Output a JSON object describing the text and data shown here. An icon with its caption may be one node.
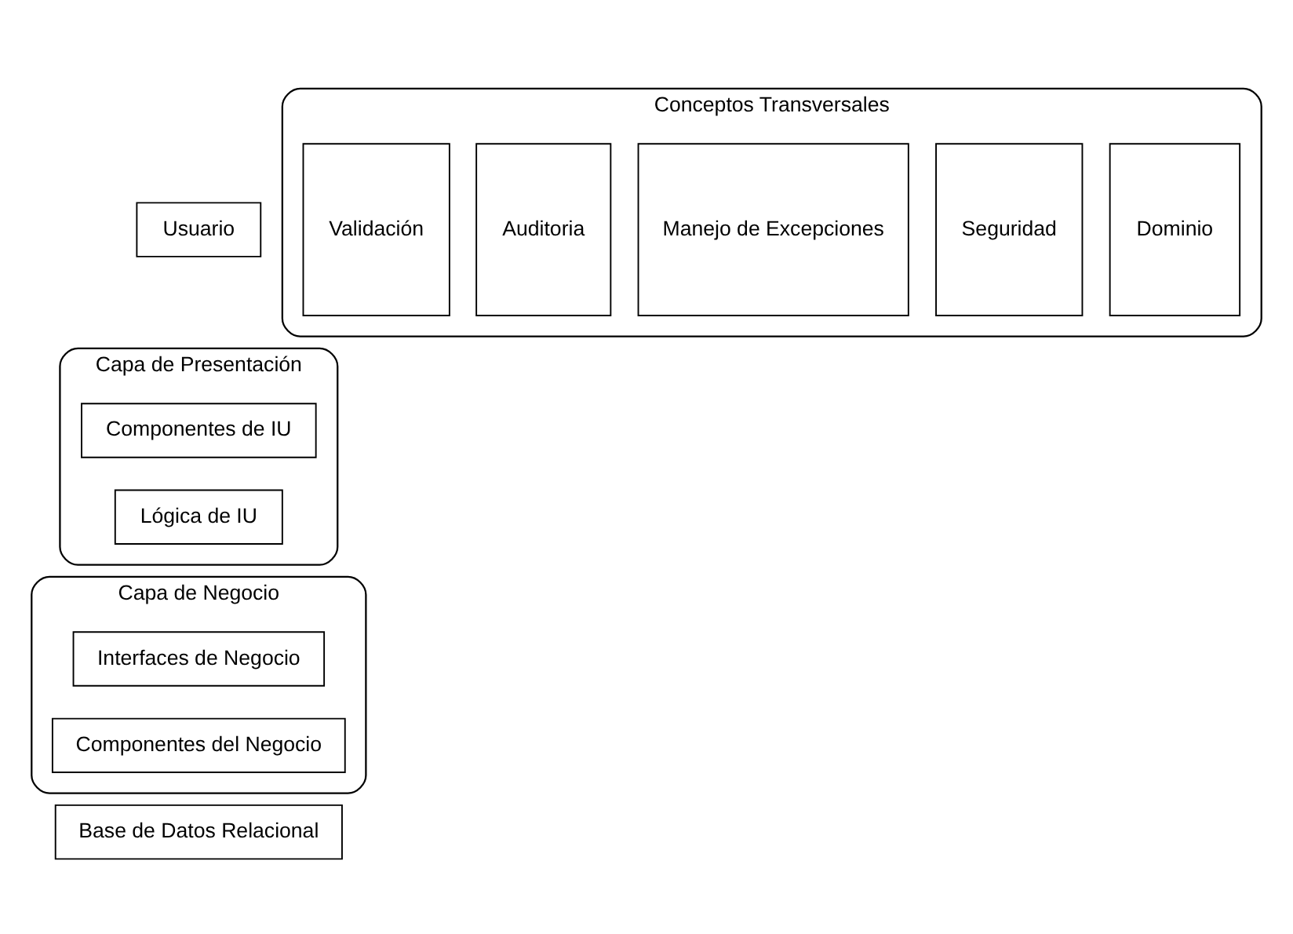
{
  "diagram": {
    "nodes": [
      {
        "text": [
          "Usuario"
        ]
      },
      {
        "text": [
          "Capa de Presentación"
        ]
      },
      {
        "text": [
          "Componentes de IU"
        ],
        "in": 1
      },
      {
        "text": [
          "Lógica de IU"
        ],
        "in": 1
      },
      {
        "text": [
          "Capa de Negocio"
        ]
      },
      {
        "text": [
          "Interfaces de Negocio"
        ],
        "in": 4
      },
      {
        "text": [
          "Componentes del Negocio"
        ],
        "in": 4
      },
      {
        "text": [
          "Base de Datos Relacional"
        ]
      },
      {
        "text": [
          "Conceptos Transversales"
        ]
      },
      {
        "text": [
          "Dominio"
        ],
        "in": 8
      },
      {
        "text": [
          "Seguridad"
        ],
        "in": 8
      },
      {
        "text": [
          "Manejo de Excepciones"
        ],
        "in": 8
      },
      {
        "text": [
          "Auditoria"
        ],
        "in": 8
      },
      {
        "text": [
          "Validación"
        ],
        "in": 8
      }
    ]
  }
}
